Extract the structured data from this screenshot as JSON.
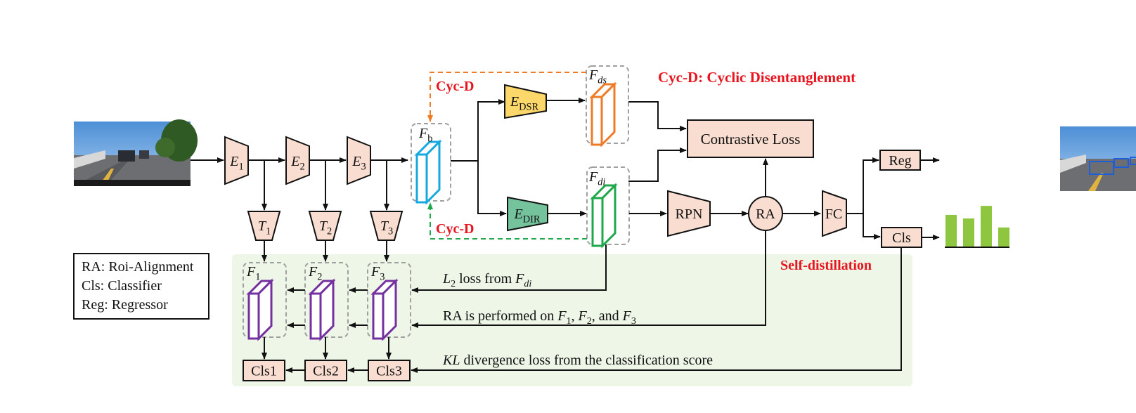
{
  "title": "Cyc-D: Cyclic Disentanglement",
  "colors": {
    "box_fill": "#f9ddd0",
    "red_label": "#e8141e",
    "orange": "#ef7b26",
    "green": "#1ea84b",
    "cyan": "#16a8e0",
    "purple": "#7530a0",
    "self_distill_bg": "#eef6e8",
    "dsr_fill": "#fcd86b",
    "dir_fill": "#74c39c",
    "bar_green": "#8ec63f"
  },
  "encoders": {
    "e1": {
      "base": "E",
      "sub": "1"
    },
    "e2": {
      "base": "E",
      "sub": "2"
    },
    "e3": {
      "base": "E",
      "sub": "3"
    }
  },
  "transfers": {
    "t1": {
      "base": "T",
      "sub": "1"
    },
    "t2": {
      "base": "T",
      "sub": "2"
    },
    "t3": {
      "base": "T",
      "sub": "3"
    }
  },
  "features": {
    "fb": {
      "base": "F",
      "sub": "b"
    },
    "fds": {
      "base": "F",
      "sub": "ds"
    },
    "fdi": {
      "base": "F",
      "sub": "di"
    },
    "f1": {
      "base": "F",
      "sub": "1"
    },
    "f2": {
      "base": "F",
      "sub": "2"
    },
    "f3": {
      "base": "F",
      "sub": "3"
    }
  },
  "dsr": {
    "base": "E",
    "sub": "DSR"
  },
  "dir": {
    "base": "E",
    "sub": "DIR"
  },
  "cyc_label_top": "Cyc-D",
  "cyc_label_bottom": "Cyc-D",
  "contrastive_loss": "Contrastive Loss",
  "rpn": "RPN",
  "ra": "RA",
  "fc": "FC",
  "reg": "Reg",
  "cls": "Cls",
  "cls_heads": [
    "Cls1",
    "Cls2",
    "Cls3"
  ],
  "self_distillation": "Self-distillation",
  "legend": [
    "RA: Roi-Alignment",
    "Cls: Classifier",
    "Reg: Regressor"
  ],
  "loss_l2": {
    "pre": "L",
    "pre_sub": "2",
    "mid": " loss from ",
    "post": "F",
    "post_sub": "di"
  },
  "loss_ra": {
    "pre": "RA is performed on ",
    "f1": "F",
    "s1": "1",
    "c1": ", ",
    "f2": "F",
    "s2": "2",
    "c2": ", and ",
    "f3": "F",
    "s3": "3"
  },
  "loss_kl": {
    "pre": "KL",
    "post": " divergence loss from the classification score"
  },
  "score_bars": [
    0.72,
    0.64,
    0.92,
    0.44
  ]
}
